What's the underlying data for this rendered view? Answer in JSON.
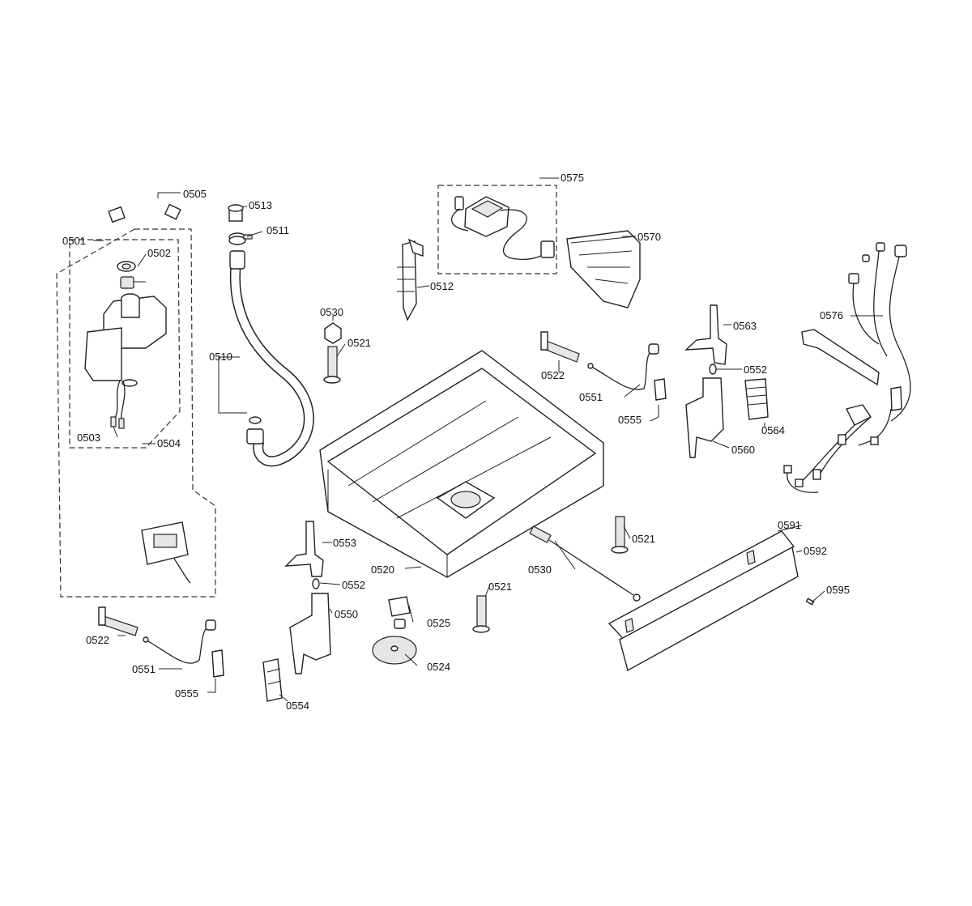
{
  "callouts": [
    {
      "id": "0505",
      "text": "0505"
    },
    {
      "id": "0513",
      "text": "0513"
    },
    {
      "id": "0511",
      "text": "0511"
    },
    {
      "id": "0501",
      "text": "0501"
    },
    {
      "id": "0502",
      "text": "0502"
    },
    {
      "id": "0575",
      "text": "0575"
    },
    {
      "id": "0570",
      "text": "0570"
    },
    {
      "id": "0512",
      "text": "0512"
    },
    {
      "id": "0530a",
      "text": "0530"
    },
    {
      "id": "0521a",
      "text": "0521"
    },
    {
      "id": "0510",
      "text": "0510"
    },
    {
      "id": "0563",
      "text": "0563"
    },
    {
      "id": "0576",
      "text": "0576"
    },
    {
      "id": "0522a",
      "text": "0522"
    },
    {
      "id": "0552a",
      "text": "0552"
    },
    {
      "id": "0551a",
      "text": "0551"
    },
    {
      "id": "0555a",
      "text": "0555"
    },
    {
      "id": "0564",
      "text": "0564"
    },
    {
      "id": "0503",
      "text": "0503"
    },
    {
      "id": "0504",
      "text": "0504"
    },
    {
      "id": "0560",
      "text": "0560"
    },
    {
      "id": "0591",
      "text": "0591"
    },
    {
      "id": "0553",
      "text": "0553"
    },
    {
      "id": "0521b",
      "text": "0521"
    },
    {
      "id": "0592",
      "text": "0592"
    },
    {
      "id": "0520",
      "text": "0520"
    },
    {
      "id": "0530b",
      "text": "0530"
    },
    {
      "id": "0552b",
      "text": "0552"
    },
    {
      "id": "0595",
      "text": "0595"
    },
    {
      "id": "0521c",
      "text": "0521"
    },
    {
      "id": "0550",
      "text": "0550"
    },
    {
      "id": "0525",
      "text": "0525"
    },
    {
      "id": "0522b",
      "text": "0522"
    },
    {
      "id": "0551b",
      "text": "0551"
    },
    {
      "id": "0524",
      "text": "0524"
    },
    {
      "id": "0555b",
      "text": "0555"
    },
    {
      "id": "0554",
      "text": "0554"
    }
  ]
}
